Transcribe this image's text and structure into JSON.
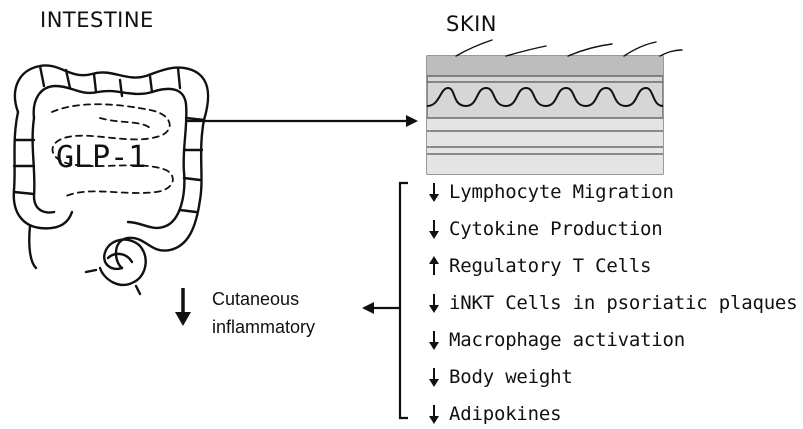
{
  "titles": {
    "intestine": "INTESTINE",
    "skin": "SKIN"
  },
  "hormone": "GLP-1",
  "effects": [
    {
      "direction": "down",
      "text": "Lymphocyte Migration"
    },
    {
      "direction": "down",
      "text": "Cytokine Production"
    },
    {
      "direction": "up",
      "text": "Regulatory  T Cells"
    },
    {
      "direction": "down",
      "text": "iNKT Cells in psoriatic plaques"
    },
    {
      "direction": "down",
      "text": "Macrophage activation"
    },
    {
      "direction": "down",
      "text": "Body weight"
    },
    {
      "direction": "down",
      "text": "Adipokines"
    }
  ],
  "outcome": {
    "direction": "down",
    "line1": "Cutaneous",
    "line2": "inflammatory"
  },
  "colors": {
    "ink": "#111111",
    "skin_band_light": "#d6d6d6",
    "skin_band_dark": "#a8a8a8"
  }
}
